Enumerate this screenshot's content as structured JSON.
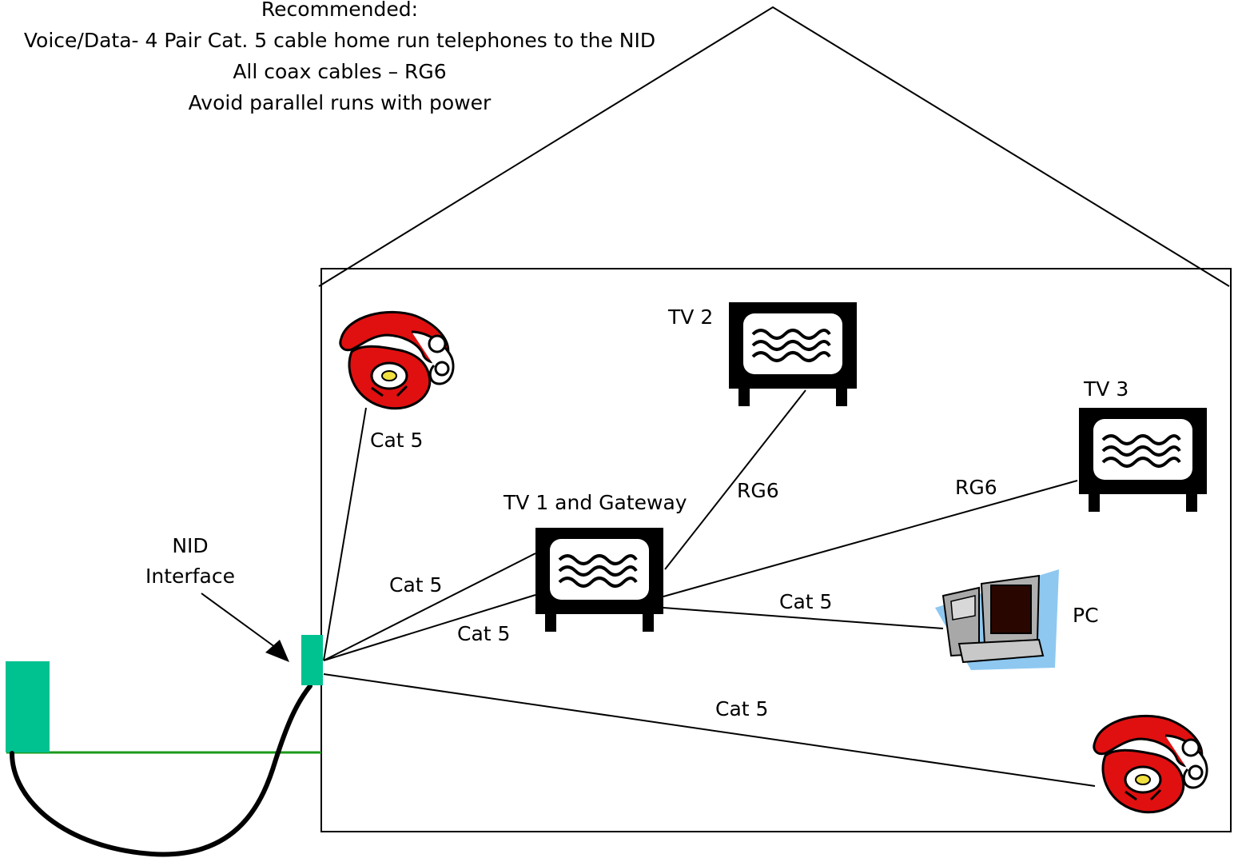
{
  "recommendation": {
    "heading": "Recommended:",
    "lines": [
      "Voice/Data- 4 Pair Cat. 5 cable home run telephones to the NID",
      "All coax cables – RG6",
      "Avoid parallel runs with power"
    ]
  },
  "devices": {
    "tv1": "TV 1 and Gateway",
    "tv2": "TV 2",
    "tv3": "TV 3",
    "pc": "PC"
  },
  "nid": {
    "line1": "NID",
    "line2": "Interface"
  },
  "cables": {
    "phone_top": "Cat 5",
    "nid_tv1_upper": "Cat 5",
    "nid_tv1_lower": "Cat 5",
    "tv1_tv2": "RG6",
    "tv1_tv3": "RG6",
    "tv1_pc": "Cat 5",
    "phone_bottom": "Cat 5"
  },
  "colors": {
    "nid_box": "#00c190",
    "ground_line": "#1a9a1a",
    "phone_red": "#e01010",
    "pc_glow": "#8ec8f0"
  }
}
